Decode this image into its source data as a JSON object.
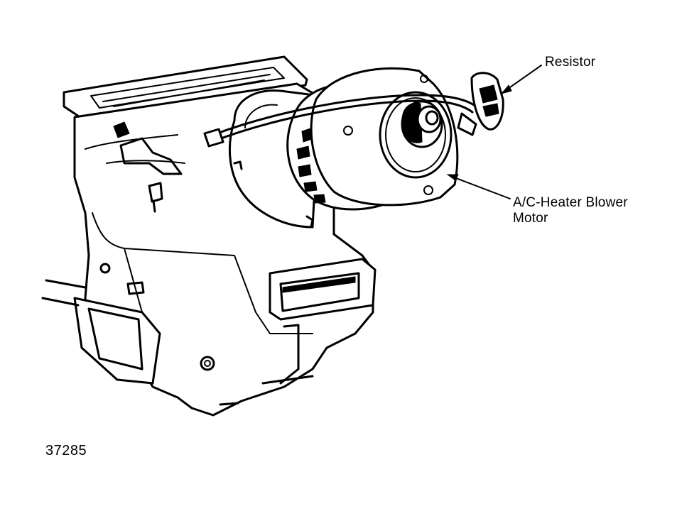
{
  "labels": {
    "resistor": "Resistor",
    "blower_motor_line1": "A/C-Heater Blower",
    "blower_motor_line2": "Motor"
  },
  "figure_number": "37285",
  "colors": {
    "ink": "#000000",
    "paper": "#ffffff"
  }
}
